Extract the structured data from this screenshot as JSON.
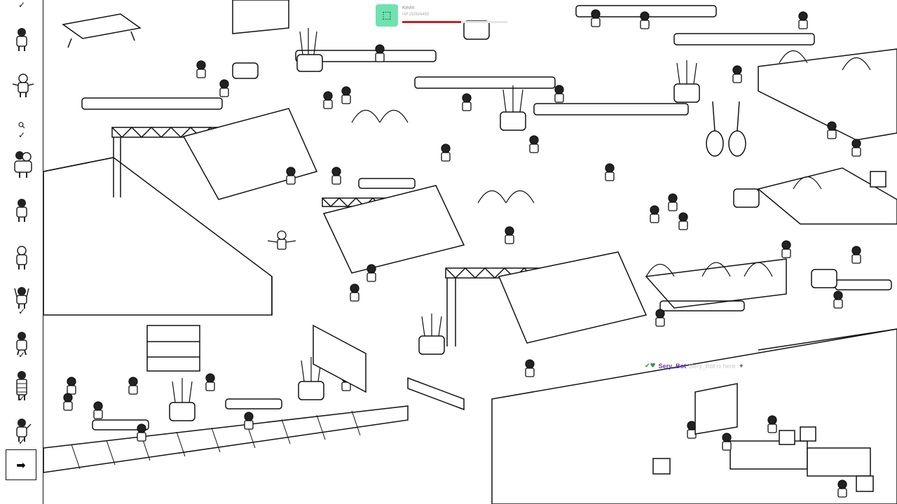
{
  "sidebar": {
    "targets": [
      {
        "icon": "character-target-1",
        "found": true
      },
      {
        "icon": "character-target-2",
        "found": false
      },
      {
        "icon": "character-target-3",
        "found": false
      },
      {
        "icon": "character-target-4",
        "found": true
      },
      {
        "icon": "character-target-5",
        "found": false
      },
      {
        "icon": "character-target-6",
        "found": false
      },
      {
        "icon": "character-target-7",
        "found": true
      },
      {
        "icon": "character-target-8",
        "found": true
      },
      {
        "icon": "character-target-9",
        "found": true
      },
      {
        "icon": "character-target-10",
        "found": true
      }
    ],
    "check_glyph": "✓",
    "next_glyph": "➡"
  },
  "overlay": {
    "name": "Kevin",
    "subtext": "HP 2500/4450",
    "hp_fraction": 0.56,
    "colors": {
      "accent": "#6fe2b0",
      "bar": "#c81f1f"
    }
  },
  "chat": {
    "badges": "✔♥",
    "user": "Sery_Bot",
    "message": "Sery_Bot is here",
    "emote": "✦",
    "user_color": "#6a37c2"
  }
}
